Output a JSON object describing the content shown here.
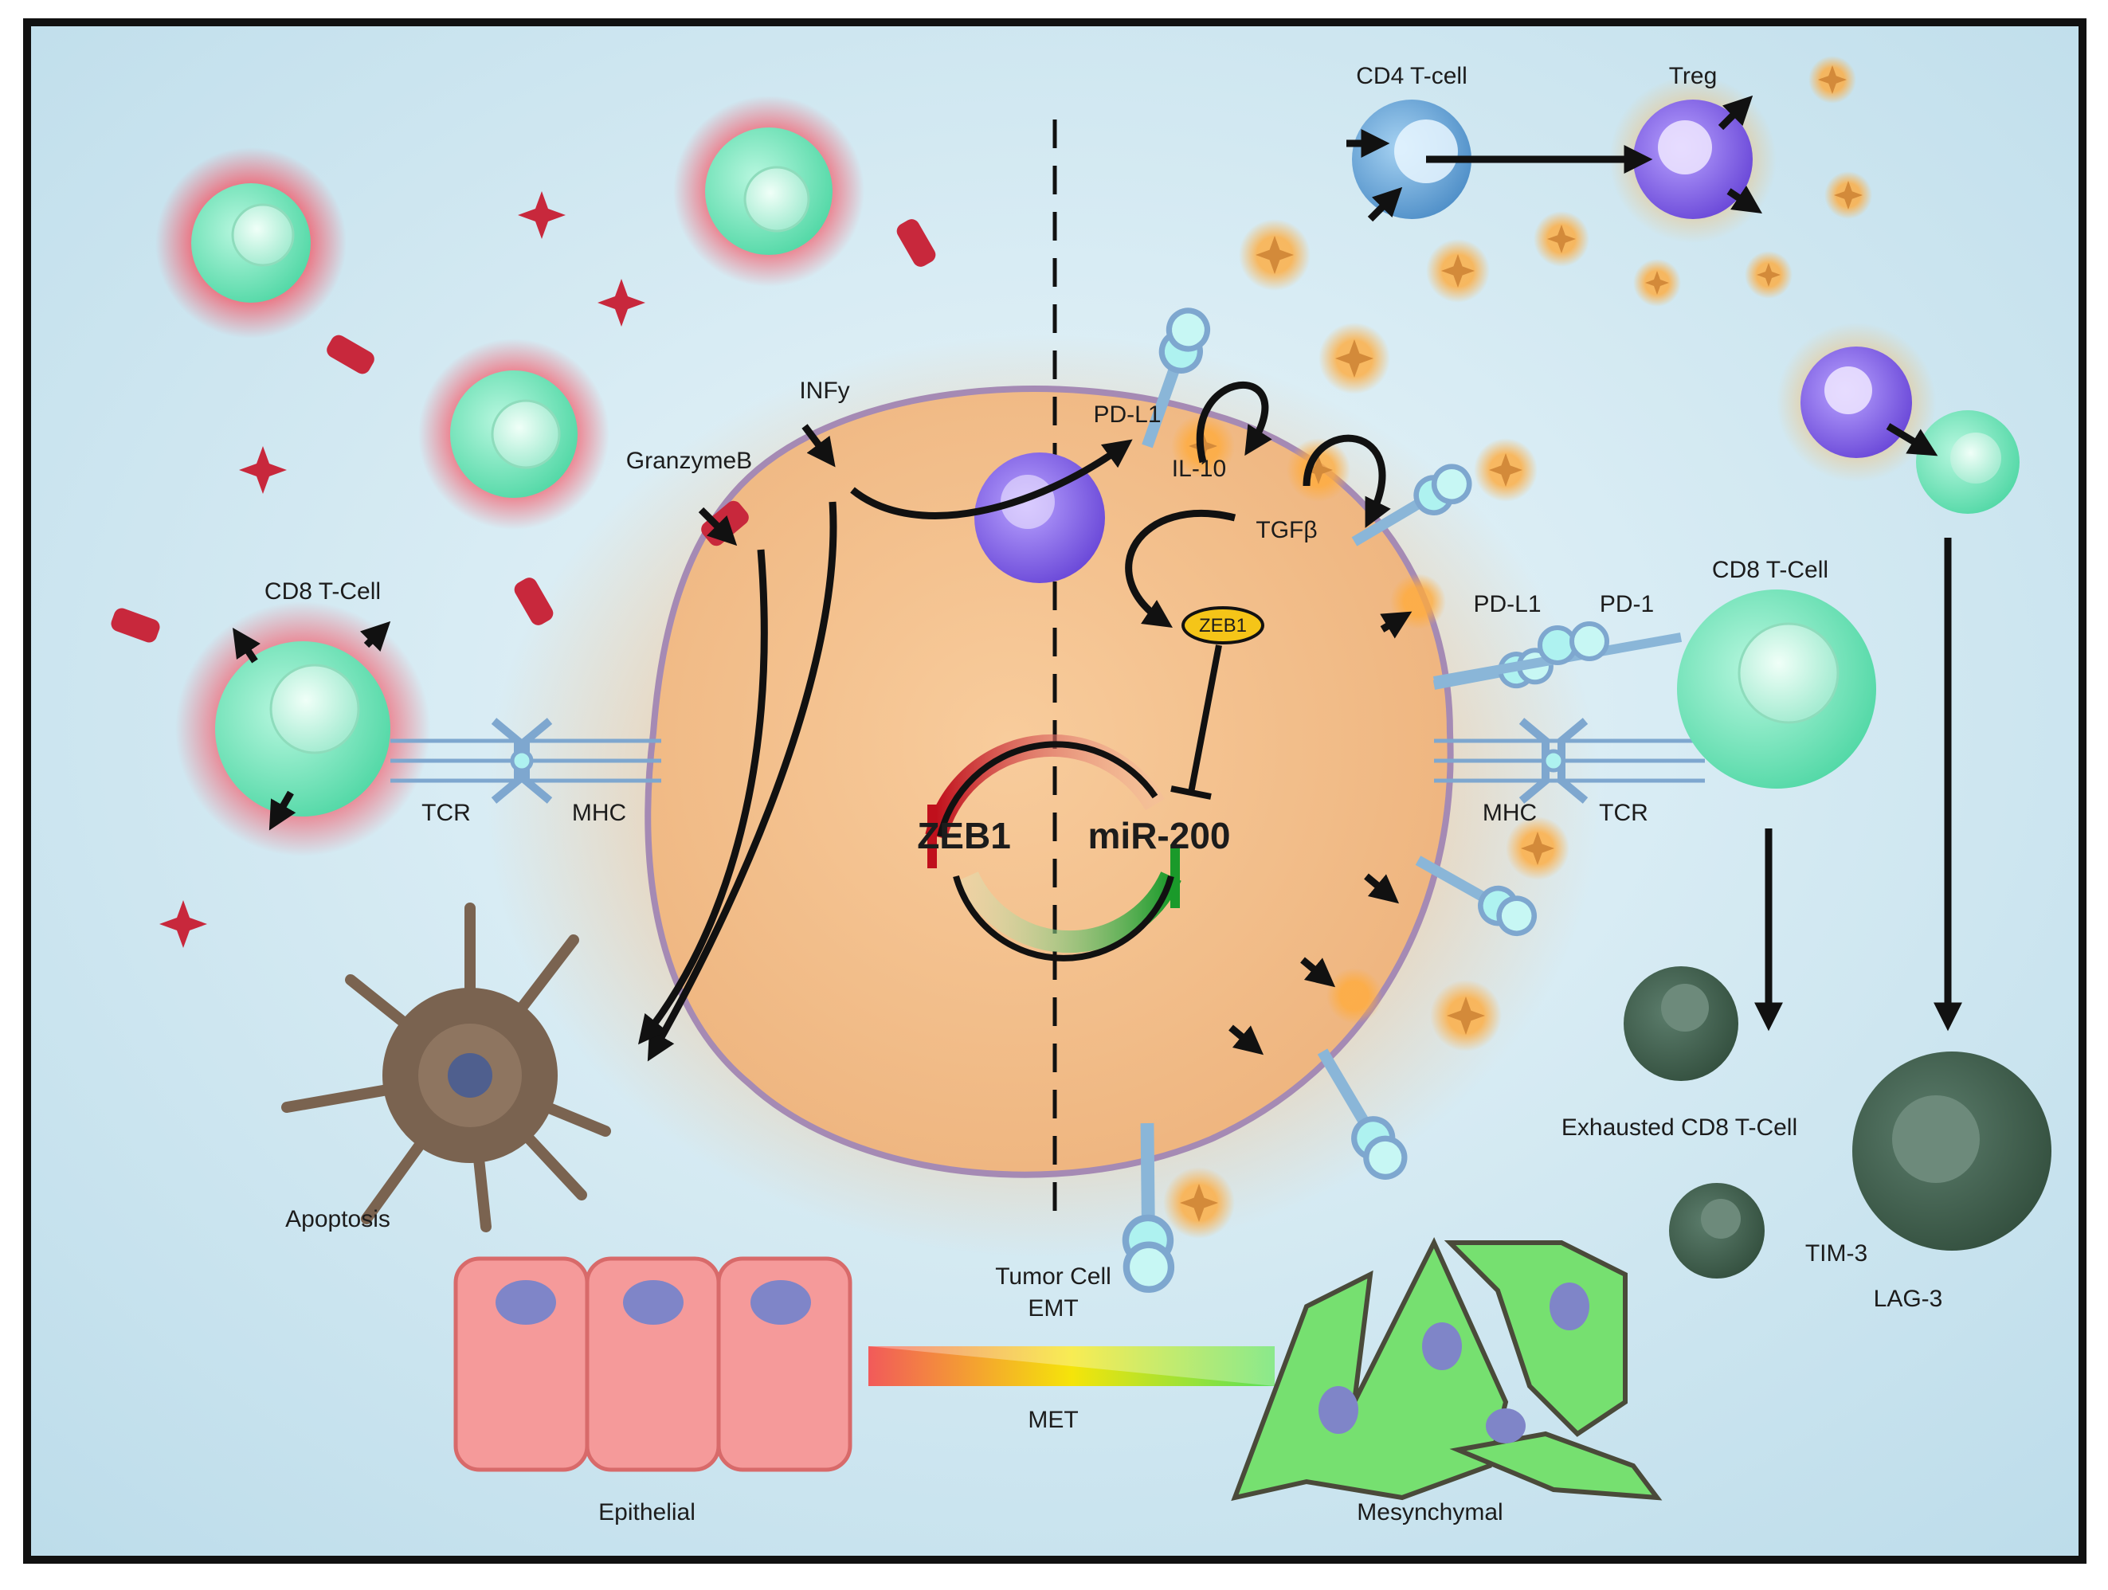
{
  "labels": {
    "cd4_tcell": "CD4 T-cell",
    "treg": "Treg",
    "pd_l1_top": "PD-L1",
    "il10": "IL-10",
    "tgfb": "TGFβ",
    "infy": "INFy",
    "granzymeb": "GranzymeB",
    "cd8_tcell_left": "CD8 T-Cell",
    "cd8_tcell_right": "CD8 T-Cell",
    "tcr_left": "TCR",
    "mhc_left": "MHC",
    "zeb1_small": "ZEB1",
    "zeb1_big": "ZEB1",
    "mir200": "miR-200",
    "pd_l1_right": "PD-L1",
    "pd_1": "PD-1",
    "mhc_right": "MHC",
    "tcr_right": "TCR",
    "exhausted_cd8": "Exhausted CD8 T-Cell",
    "tim3": "TIM-3",
    "lag3": "LAG-3",
    "apoptosis": "Apoptosis",
    "tumor_cell": "Tumor Cell",
    "emt": "EMT",
    "met": "MET",
    "epithelial": "Epithelial",
    "mesynchymal": "Mesynchymal"
  },
  "colors": {
    "background": "#cfe9f2",
    "tumor": "#f5c38f",
    "tumor_border": "#a58ab4",
    "tcell": "#7fe8c0",
    "treg": "#8a6be6",
    "cd4": "#6aa6d8",
    "cytokine_red": "#c8283c",
    "cytokine_orange": "#e89a3c",
    "exhausted": "#3f5e4f",
    "apoptotic": "#7a6350",
    "epithelial": "#f59a9a",
    "mesenchymal": "#76e070",
    "zeb1_oval": "#f5c518"
  }
}
